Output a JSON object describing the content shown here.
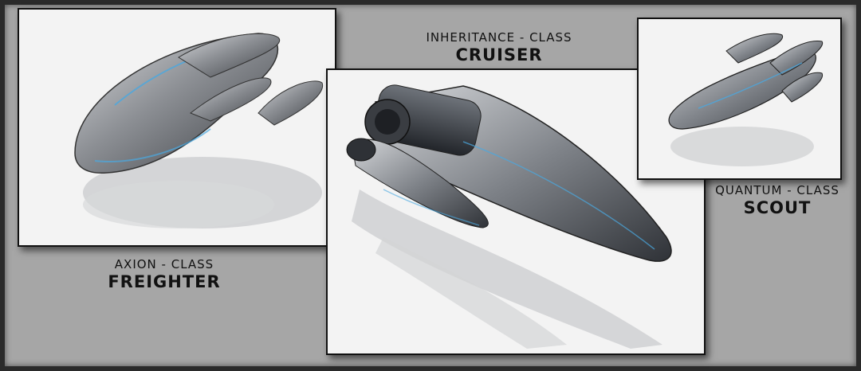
{
  "ships": [
    {
      "class_label": "AXION - CLASS",
      "role_label": "FREIGHTER",
      "image_icon": "freighter-render"
    },
    {
      "class_label": "INHERITANCE - CLASS",
      "role_label": "CRUISER",
      "image_icon": "cruiser-render"
    },
    {
      "class_label": "QUANTUM - CLASS",
      "role_label": "SCOUT",
      "image_icon": "scout-render"
    }
  ],
  "colors": {
    "frame": "#2a2a2a",
    "backdrop": "#a6a6a6",
    "panel_bg": "#f3f3f3",
    "hull": "#8c8f94",
    "accent_glow": "#4aa8e0"
  }
}
